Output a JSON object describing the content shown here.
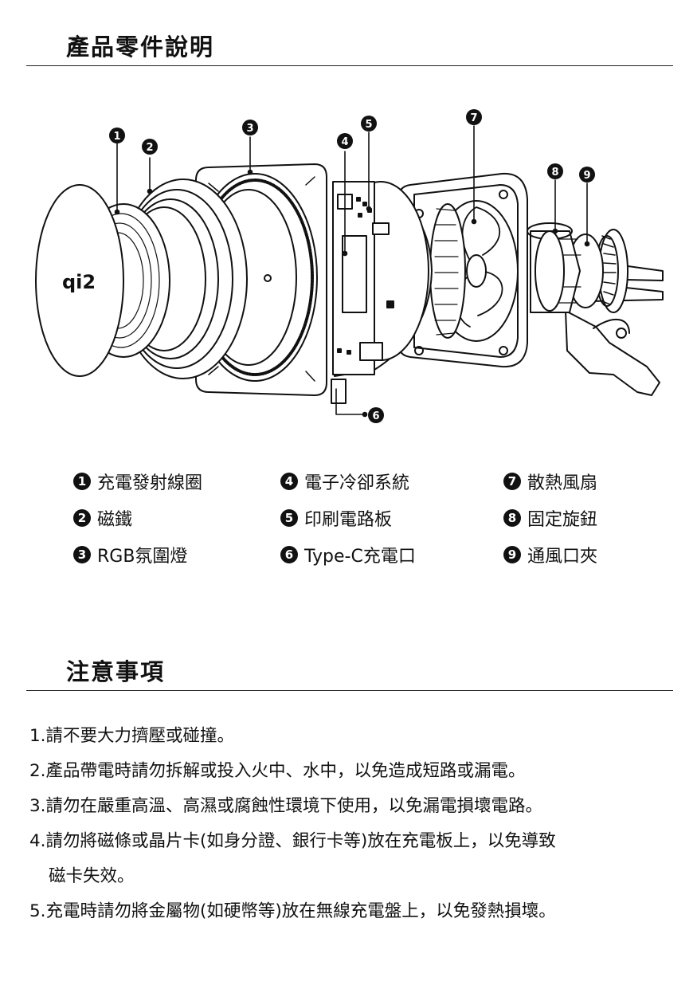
{
  "parts_section": {
    "title": "產品零件說明",
    "logo_text": "qi2",
    "callouts": [
      "1",
      "2",
      "3",
      "4",
      "5",
      "6",
      "7",
      "8",
      "9"
    ],
    "legend": [
      {
        "num": "1",
        "label": "充電發射線圈"
      },
      {
        "num": "2",
        "label": "磁鐵"
      },
      {
        "num": "3",
        "label": "RGB氛圍燈"
      },
      {
        "num": "4",
        "label": "電子冷卻系統"
      },
      {
        "num": "5",
        "label": "印刷電路板"
      },
      {
        "num": "6",
        "label": "Type-C充電口"
      },
      {
        "num": "7",
        "label": "散熱風扇"
      },
      {
        "num": "8",
        "label": "固定旋鈕"
      },
      {
        "num": "9",
        "label": "通風口夾"
      }
    ]
  },
  "notes_section": {
    "title": "注意事項",
    "items": [
      {
        "line1": "1.請不要大力擠壓或碰撞。",
        "line2": ""
      },
      {
        "line1": "2.產品帶電時請勿拆解或投入火中、水中，以免造成短路或漏電。",
        "line2": ""
      },
      {
        "line1": "3.請勿在嚴重高溫、高濕或腐蝕性環境下使用，以免漏電損壞電路。",
        "line2": ""
      },
      {
        "line1": "4.請勿將磁條或晶片卡(如身分證、銀行卡等)放在充電板上，以免導致",
        "line2": "磁卡失效。"
      },
      {
        "line1": "5.充電時請勿將金屬物(如硬幣等)放在無線充電盤上，以免發熱損壞。",
        "line2": ""
      }
    ]
  }
}
